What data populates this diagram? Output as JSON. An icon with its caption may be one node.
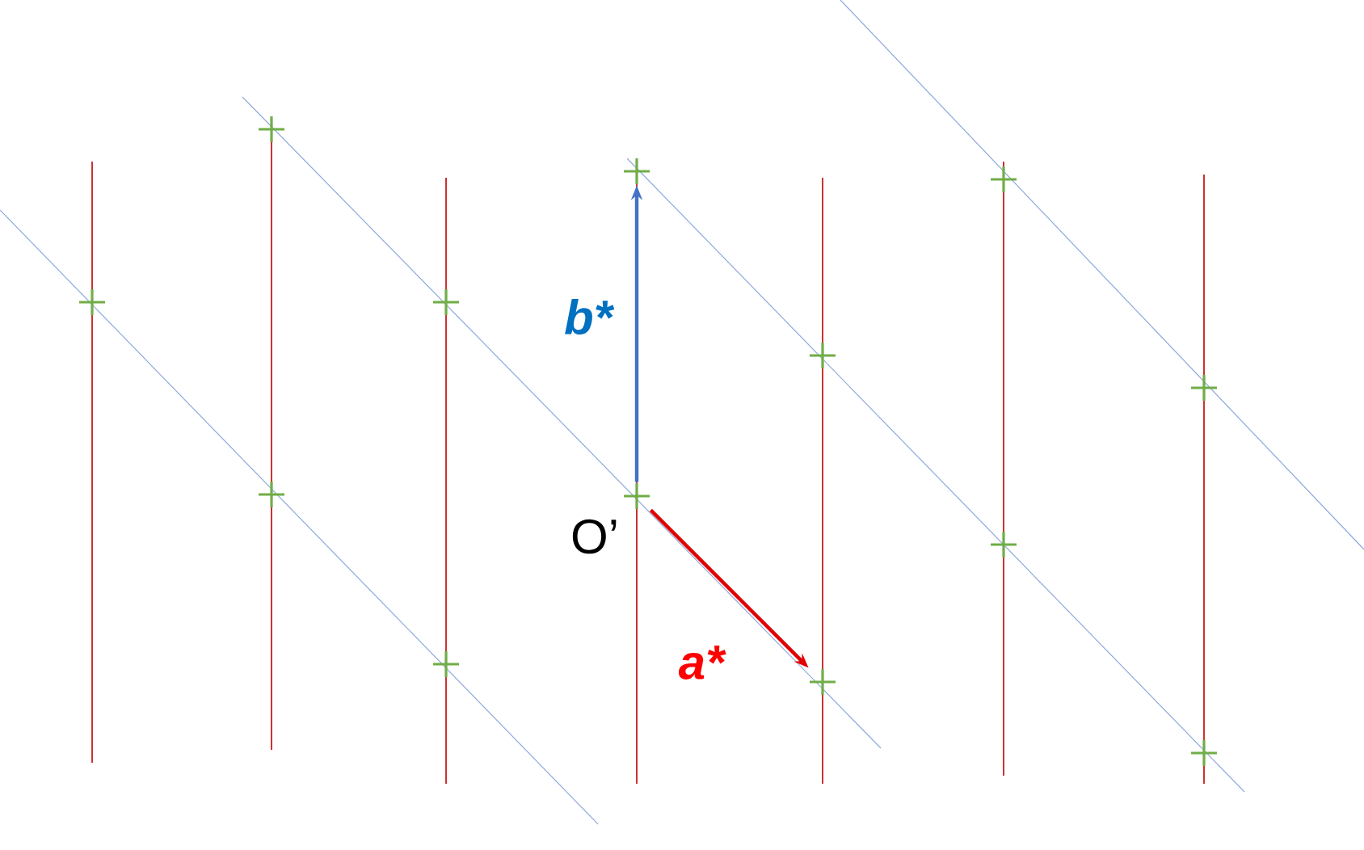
{
  "diagram": {
    "nodes": [
      {
        "text": [],
        "shape": "cross",
        "beside": [
          "O’"
        ]
      },
      {
        "text": [],
        "shape": "cross"
      },
      {
        "text": [],
        "shape": "cross"
      }
    ],
    "edges": [
      {
        "from": 0,
        "to": 1,
        "arrow": "to",
        "label": "b*",
        "color": "#4472c4"
      },
      {
        "from": 0,
        "to": 2,
        "arrow": "to",
        "label": "a*",
        "color": "#e00000"
      }
    ]
  }
}
